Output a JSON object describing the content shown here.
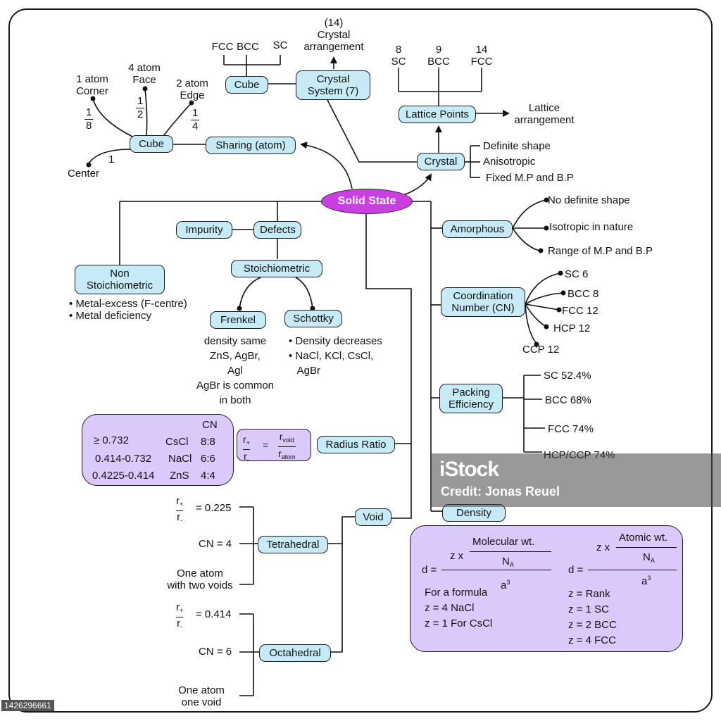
{
  "root": "Solid State",
  "nodes": {
    "crystal": "Crystal",
    "lattice_points": "Lattice Points",
    "crystal_system": "Crystal\nSystem (7)",
    "cube_top": "Cube",
    "sharing": "Sharing (atom)",
    "cube_left": "Cube",
    "amorphous": "Amorphous",
    "coordination": "Coordination\nNumber (CN)",
    "packing": "Packing\nEfficiency",
    "density": "Density",
    "defects": "Defects",
    "impurity": "Impurity",
    "stoichiometric": "Stoichiometric",
    "non_stoich": "Non\nStoichiometric",
    "frenkel": "Frenkel",
    "schottky": "Schottky",
    "radius_ratio": "Radius Ratio",
    "void": "Void",
    "tetrahedral": "Tetrahedral",
    "octahedral": "Octahedral"
  },
  "labels": {
    "crystal_arrangement": "(14)\nCrystal\narrangement",
    "lattice_arrangement": "Lattice\narrangement",
    "lp_sc": "8\nSC",
    "lp_bcc": "9\nBCC",
    "lp_fcc": "14\nFCC",
    "fcc": "FCC",
    "bcc": "BCC",
    "sc": "SC",
    "crystal_props": [
      "Definite shape",
      "Anisotropic",
      "Fixed M.P and B.P"
    ],
    "corner": "1 atom\nCorner",
    "face": "4 atom\nFace",
    "edge": "2 atom\nEdge",
    "center": "Center",
    "center_val": "1",
    "frac_corner": [
      "1",
      "8"
    ],
    "frac_face": [
      "1",
      "2"
    ],
    "frac_edge": [
      "1",
      "4"
    ],
    "amorphous_props": [
      "No definite shape",
      "Isotropic in nature",
      "Range of M.P and B.P"
    ],
    "cn_items": [
      "SC 6",
      "BCC 8",
      "FCC 12",
      "HCP 12",
      "CCP 12"
    ],
    "pe_items": [
      "SC 52.4%",
      "BCC 68%",
      "FCC 74%",
      "HCP/CCP 74%"
    ],
    "non_stoich_items": [
      "• Metal-excess (F-centre)",
      "• Metal deficiency"
    ],
    "frenkel_text": "density same\nZnS, AgBr,\nAgl\nAgBr is common\nin both",
    "schottky_text": "• Density decreases\n• NaCl, KCl, CsCl,\n   AgBr",
    "tet_ratio": "= 0.225",
    "tet_cn": "CN = 4",
    "tet_note": "One atom\nwith two voids",
    "oct_ratio": "= 0.414",
    "oct_cn": "CN = 6",
    "oct_note": "One atom\none void"
  },
  "radius_table": {
    "header": "CN",
    "rows": [
      [
        "≥ 0.732",
        "CsCl",
        "8:8"
      ],
      [
        "0.414-0.732",
        "NaCl",
        "6:6"
      ],
      [
        "0.4225-0.414",
        "ZnS",
        "4:4"
      ]
    ]
  },
  "ratio_formula": {
    "r_plus": "r",
    "plus_sub": "+",
    "r_minus": "r",
    "minus_sub": "-",
    "equals": "=",
    "r_void": "r",
    "void_sub": "void",
    "r_atom": "r",
    "atom_sub": "atom"
  },
  "density_panel": {
    "left_zx": "z x",
    "left_numerator": "Molecular wt.",
    "left_na": "N",
    "na_sub": "A",
    "d_eq": "d =",
    "a3": "a",
    "a3_sup": "3",
    "left_lines": [
      "For a formula",
      "z = 4 NaCl",
      "z = 1 For CsCl"
    ],
    "right_zx": "z x",
    "right_numerator": "Atomic wt.",
    "right_lines": [
      "z = Rank",
      "z = 1 SC",
      "z = 2 BCC",
      "z = 4 FCC"
    ]
  },
  "watermark": {
    "brand": "iStock",
    "credit": "Credit: Jonas Reuel"
  },
  "stock_id": "1426296661"
}
